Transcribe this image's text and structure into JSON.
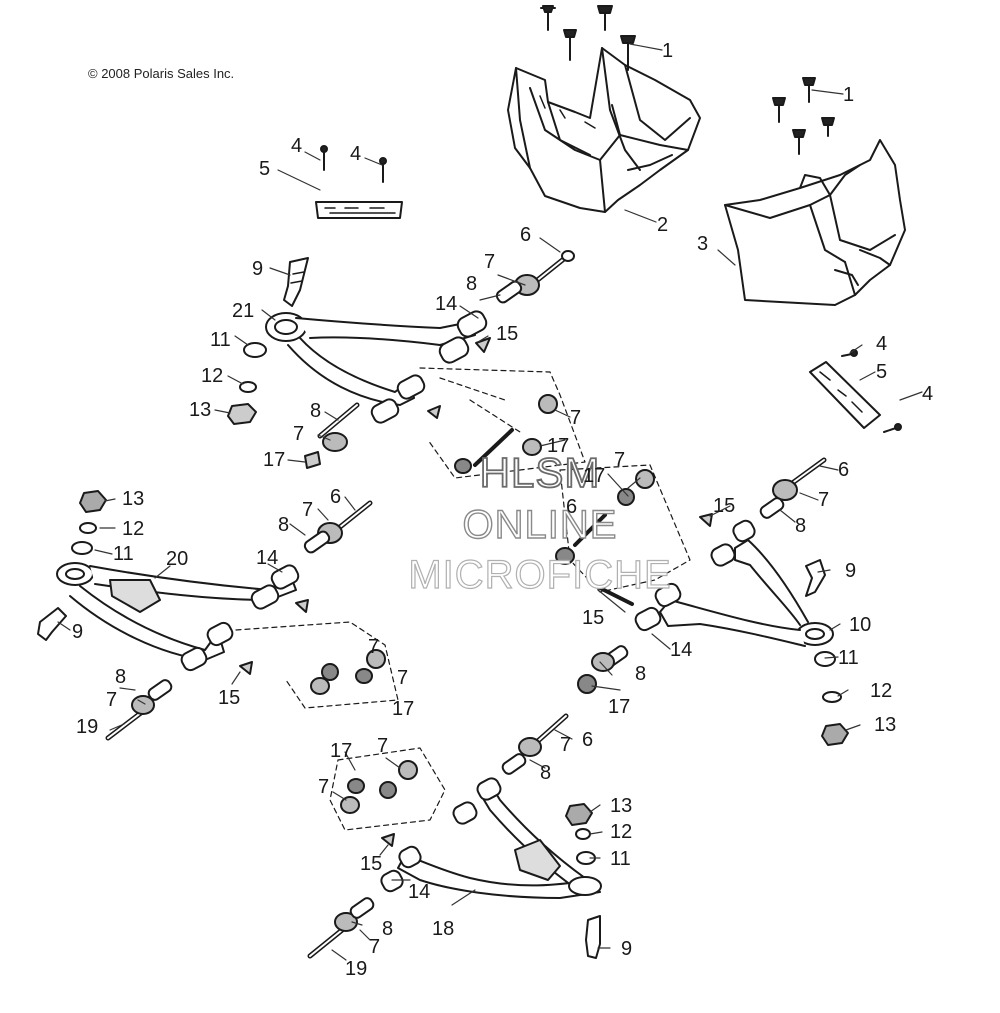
{
  "copyright": "© 2008 Polaris Sales Inc.",
  "watermark": {
    "line1": "HLSM",
    "line2": "ONLINE",
    "line3": "MICROFICHE"
  },
  "callouts": [
    "1",
    "1",
    "2",
    "3",
    "4",
    "4",
    "4",
    "4",
    "5",
    "5",
    "6",
    "7",
    "8",
    "9",
    "21",
    "14",
    "15",
    "11",
    "12",
    "13",
    "7",
    "17",
    "8",
    "7",
    "17",
    "6",
    "7",
    "17",
    "6",
    "7",
    "8",
    "15",
    "6",
    "7",
    "8",
    "13",
    "12",
    "11",
    "20",
    "14",
    "9",
    "7",
    "7",
    "17",
    "8",
    "7",
    "15",
    "19",
    "9",
    "15",
    "10",
    "14",
    "8",
    "17",
    "11",
    "12",
    "13",
    "6",
    "7",
    "8",
    "17",
    "7",
    "7",
    "13",
    "12",
    "11",
    "15",
    "14",
    "18",
    "8",
    "7",
    "19",
    "9"
  ],
  "colors": {
    "line": "#1a1a1a",
    "fill": "#ffffff",
    "shade": "#9a9a9a",
    "leader": "#333333"
  }
}
